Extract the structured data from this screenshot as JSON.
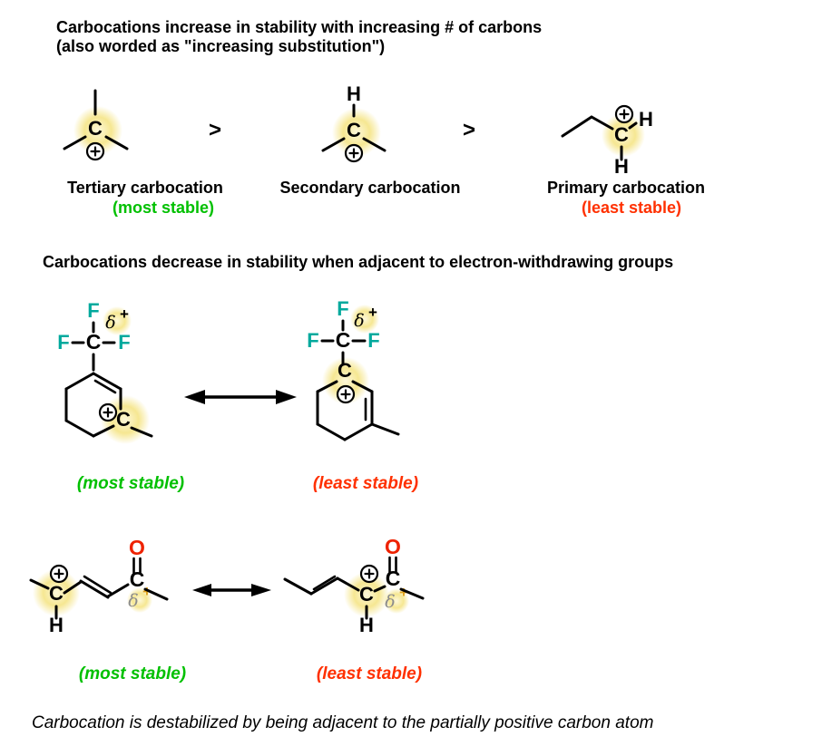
{
  "colors": {
    "accent_green": "#00c000",
    "accent_red": "#ff3000",
    "fluorine_teal": "#00a99d",
    "oxygen_red": "#ee2200",
    "delta_gray": "#8c8c8c",
    "plus_gold": "#dfa019",
    "highlight_yellow": "#f6e792"
  },
  "section_substitution": {
    "heading_line1": "Carbocations increase in stability with increasing # of carbons",
    "heading_line2": "(also worded as \"increasing substitution\")",
    "greater_than": ">",
    "tertiary": {
      "label": "Tertiary carbocation",
      "note": "(most stable)"
    },
    "secondary": {
      "label": "Secondary carbocation"
    },
    "primary": {
      "label": "Primary carbocation",
      "note": "(least stable)"
    }
  },
  "section_ewg": {
    "heading": "Carbocations decrease in stability when adjacent to electron-withdrawing groups",
    "pair1": {
      "left_note": "(most stable)",
      "right_note": "(least stable)"
    },
    "pair2": {
      "left_note": "(most stable)",
      "right_note": "(least stable)"
    }
  },
  "caption": "Carbocation is destabilized by being adjacent to the partially positive carbon atom",
  "atoms": {
    "carbon": "C",
    "hydrogen": "H",
    "fluorine": "F",
    "oxygen": "O",
    "delta": "δ",
    "plus": "+"
  }
}
